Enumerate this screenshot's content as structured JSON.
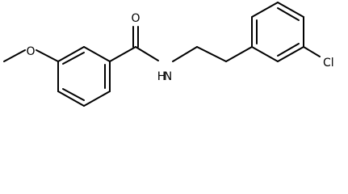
{
  "molecule": {
    "atoms": {
      "oxygen_carbonyl": "O",
      "oxygen_methoxy": "O",
      "nitrogen_amide": "N",
      "hydrogen_amide": "H",
      "chlorine": "Cl"
    }
  },
  "colors": {
    "bond": "#000000",
    "label": "#000000",
    "background": "#ffffff"
  }
}
